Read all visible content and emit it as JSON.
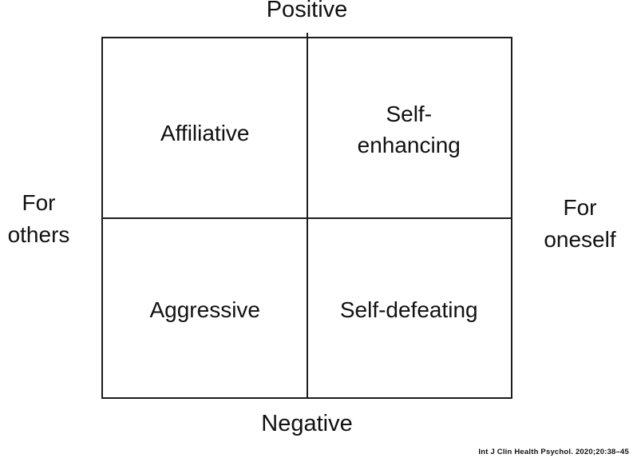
{
  "diagram": {
    "axis": {
      "top": "Positive",
      "bottom": "Negative",
      "left": {
        "line1": "For",
        "line2": "others"
      },
      "right": {
        "line1": "For",
        "line2": "oneself"
      }
    },
    "quadrants": {
      "top_left": {
        "label": "Affiliative"
      },
      "top_right": {
        "line1": "Self-",
        "line2": "enhancing"
      },
      "bottom_left": {
        "label": "Aggressive"
      },
      "bottom_right": {
        "label": "Self-defeating"
      }
    },
    "citation": "Int J Clin Health Psychol. 2020;20:38–45"
  },
  "colors": {
    "line": "#1c1c1c",
    "text": "#111111",
    "background": "#ffffff"
  }
}
